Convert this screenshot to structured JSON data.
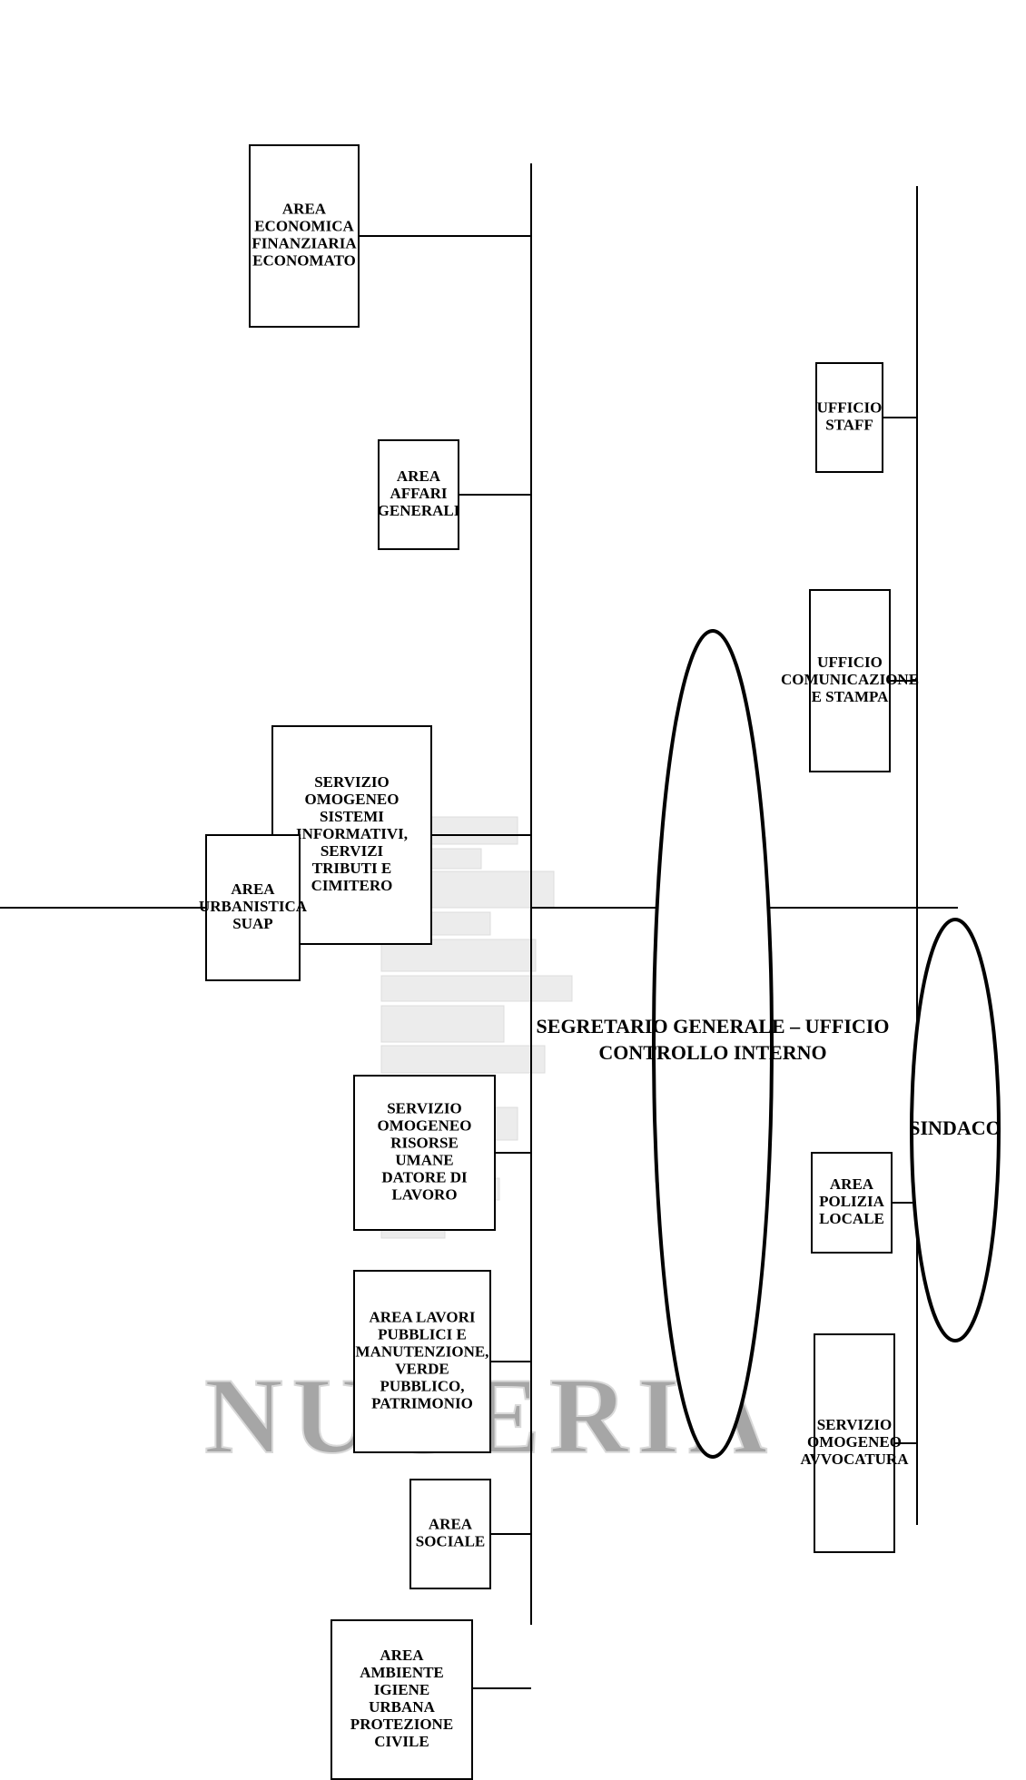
{
  "watermark": {
    "text": "NUCERIA",
    "image": "city-skyline-watermark"
  },
  "nodes": {
    "sindaco": "SINDACO",
    "segretario": [
      "SEGRETARIO GENERALE – UFFICIO",
      "CONTROLLO INTERNO"
    ],
    "ufficio_staff": [
      "UFFICIO",
      "STAFF"
    ],
    "ufficio_comunicazione": [
      "UFFICIO",
      "COMUNICAZIONE",
      "E STAMPA"
    ],
    "area_polizia": [
      "AREA",
      "POLIZIA",
      "LOCALE"
    ],
    "servizio_avvocatura": [
      "SERVIZIO",
      "OMOGENEO",
      "AVVOCATURA"
    ],
    "area_economica": [
      "AREA",
      "ECONOMICA",
      "FINANZIARIA",
      "ECONOMATO"
    ],
    "area_affari": [
      "AREA",
      "AFFARI",
      "GENERALI"
    ],
    "servizio_sistemi": [
      "SERVIZIO",
      "OMOGENEO",
      "SISTEMI",
      "INFORMATIVI,",
      "SERVIZI",
      "TRIBUTI E",
      "CIMITERO"
    ],
    "area_urbanistica": [
      "AREA",
      "URBANISTICA",
      "SUAP"
    ],
    "servizio_risorse": [
      "SERVIZIO",
      "OMOGENEO",
      "RISORSE",
      "UMANE",
      "DATORE DI",
      "LAVORO"
    ],
    "area_lavori": [
      "AREA LAVORI",
      "PUBBLICI E",
      "MANUTENZIONE,",
      "VERDE",
      "PUBBLICO,",
      "PATRIMONIO"
    ],
    "area_sociale": [
      "AREA",
      "SOCIALE"
    ],
    "area_ambiente": [
      "AREA",
      "AMBIENTE",
      "IGIENE",
      "URBANA",
      "PROTEZIONE",
      "CIVILE"
    ]
  }
}
